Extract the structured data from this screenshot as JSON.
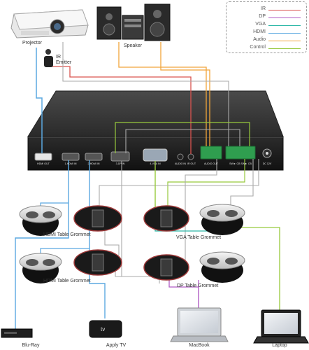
{
  "colors": {
    "ir": "#d9534f",
    "dp": "#b05cc5",
    "vga": "#2eb8a8",
    "hdmi": "#5ba8e0",
    "audio": "#f0a53a",
    "control": "#97c93c"
  },
  "legend": {
    "items": [
      {
        "label": "IR",
        "color": "#d9534f"
      },
      {
        "label": "DP",
        "color": "#b05cc5"
      },
      {
        "label": "VGA",
        "color": "#2eb8a8"
      },
      {
        "label": "HDMI",
        "color": "#5ba8e0"
      },
      {
        "label": "Audio",
        "color": "#f0a53a"
      },
      {
        "label": "Control",
        "color": "#97c93c"
      }
    ]
  },
  "devices": {
    "projector": "Projector",
    "speaker": "Speaker",
    "ir_emitter": "IR\nEmitter",
    "bluray": "Blu-Ray",
    "apple_tv": "Apply TV",
    "macbook": "MacBook",
    "laptop": "Laptop"
  },
  "grommets": {
    "hdmi_1": "HDMI Table Grommet",
    "hdmi_2": "HDMI Table Grommet",
    "vga": "VGA Table Grommet",
    "dp": "DP Table Grommet"
  },
  "ports": {
    "hdmi_out": "HDMI OUT",
    "hdmi_in_1": "1-HDMI IN",
    "hdmi_in_2": "2-HDMI IN",
    "dp_in": "3-DP IN",
    "vga_in": "4-VGA IN",
    "audio_in": "AUDIO IN",
    "ir_out": "IR OUT",
    "audio_out": "AUDIO OUT",
    "control": "SW► CB SW► CB",
    "power": "DC 12V"
  }
}
